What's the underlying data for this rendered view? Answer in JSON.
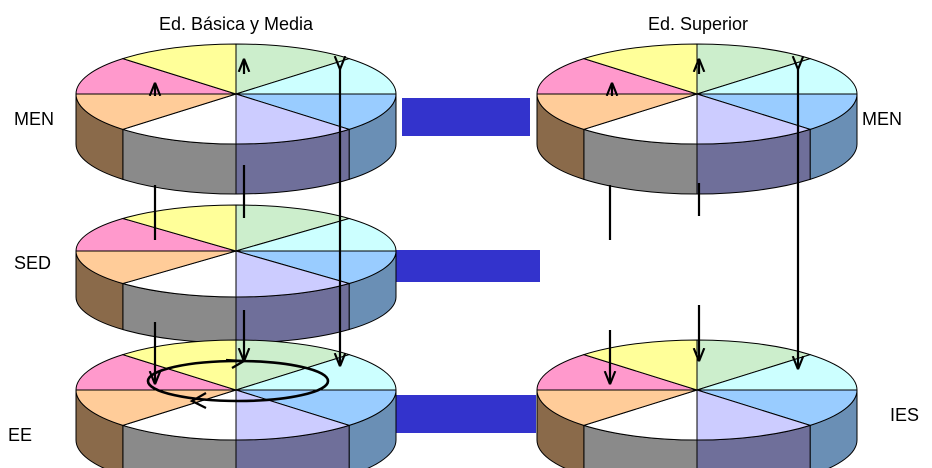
{
  "titles": {
    "basic": "Ed. Básica y Media",
    "higher": "Ed. Superior"
  },
  "labels": {
    "men_left": "MEN",
    "sed": "SED",
    "ee": "EE",
    "men_right": "MEN",
    "ies": "IES"
  },
  "colors": {
    "slice_top": [
      "#cceecc",
      "#ccffff",
      "#99ccff",
      "#ccccff",
      "#ffffff",
      "#ffcc99",
      "#ff99cc",
      "#ffff99"
    ],
    "slice_side": [
      "#7f99a5",
      "#99bbff",
      "#777799",
      "#828282",
      "#87694d",
      "#875170",
      "#878752",
      "#cce0cc"
    ],
    "connector": "#3333cc",
    "outline": "#000000"
  }
}
